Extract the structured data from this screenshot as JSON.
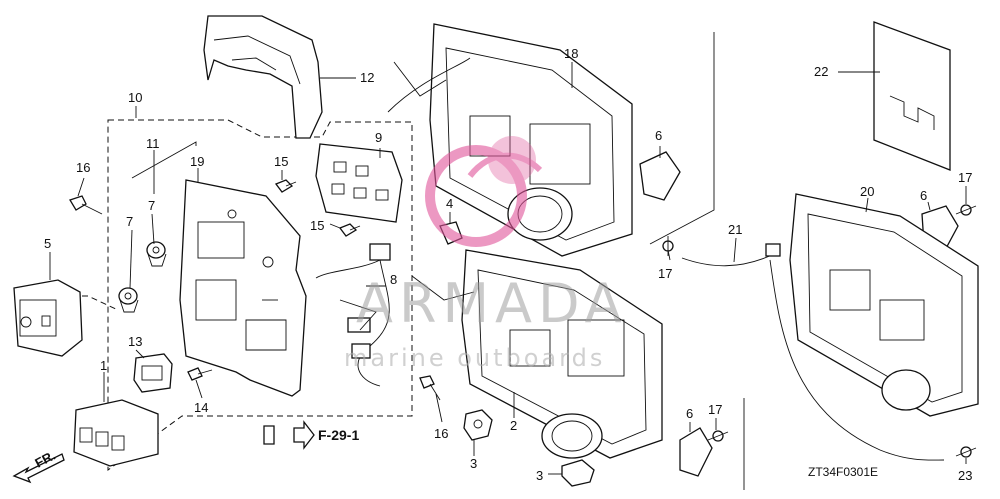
{
  "diagram": {
    "callouts": [
      {
        "id": "c1",
        "label": "1"
      },
      {
        "id": "c2",
        "label": "2"
      },
      {
        "id": "c3a",
        "label": "3"
      },
      {
        "id": "c3b",
        "label": "3"
      },
      {
        "id": "c4",
        "label": "4"
      },
      {
        "id": "c5",
        "label": "5"
      },
      {
        "id": "c6a",
        "label": "6"
      },
      {
        "id": "c6b",
        "label": "6"
      },
      {
        "id": "c6c",
        "label": "6"
      },
      {
        "id": "c7a",
        "label": "7"
      },
      {
        "id": "c7b",
        "label": "7"
      },
      {
        "id": "c8",
        "label": "8"
      },
      {
        "id": "c9",
        "label": "9"
      },
      {
        "id": "c10",
        "label": "10"
      },
      {
        "id": "c11",
        "label": "11"
      },
      {
        "id": "c12",
        "label": "12"
      },
      {
        "id": "c13",
        "label": "13"
      },
      {
        "id": "c14",
        "label": "14"
      },
      {
        "id": "c15a",
        "label": "15"
      },
      {
        "id": "c15b",
        "label": "15"
      },
      {
        "id": "c16a",
        "label": "16"
      },
      {
        "id": "c16b",
        "label": "16"
      },
      {
        "id": "c17a",
        "label": "17"
      },
      {
        "id": "c17b",
        "label": "17"
      },
      {
        "id": "c17c",
        "label": "17"
      },
      {
        "id": "c18",
        "label": "18"
      },
      {
        "id": "c19",
        "label": "19"
      },
      {
        "id": "c20",
        "label": "20"
      },
      {
        "id": "c21",
        "label": "21"
      },
      {
        "id": "c22",
        "label": "22"
      },
      {
        "id": "c23",
        "label": "23"
      }
    ],
    "reference": "F-29-1",
    "direction": "FR.",
    "drawing_code": "ZT34F0301E"
  },
  "watermark": {
    "brand": "ARMADA",
    "tagline": "marine outboards",
    "accent_color": "#e0559a"
  }
}
